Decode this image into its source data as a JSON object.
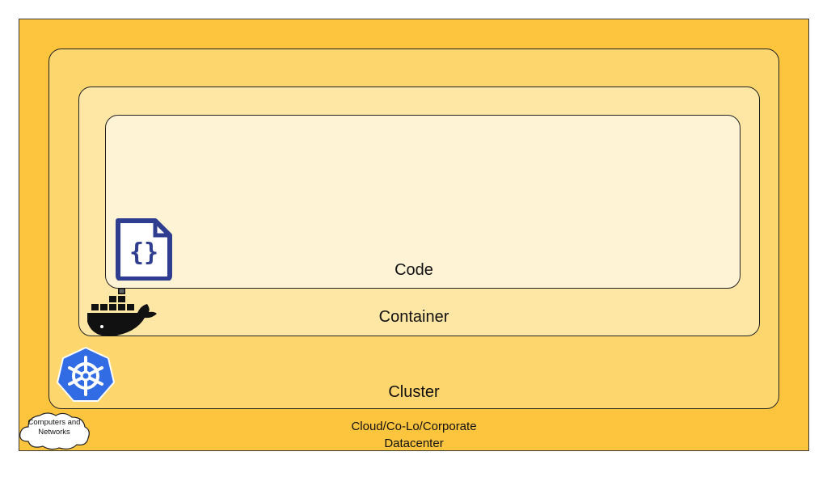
{
  "layers": {
    "code": "Code",
    "container": "Container",
    "cluster": "Cluster",
    "datacenter_line1": "Cloud/Co-Lo/Corporate",
    "datacenter_line2": "Datacenter"
  },
  "cloud_label": {
    "line1": "Computers and",
    "line2": "Networks"
  },
  "icons": {
    "code": "code-file-icon",
    "container": "docker-whale-icon",
    "cluster": "kubernetes-helm-icon",
    "network": "cloud-icon"
  },
  "colors": {
    "datacenter": "#fdc53e",
    "cluster": "#fed66e",
    "container": "#fee6a4",
    "code": "#fff3d6",
    "code_icon": "#2e3d8f",
    "kubernetes": "#326ce5"
  }
}
